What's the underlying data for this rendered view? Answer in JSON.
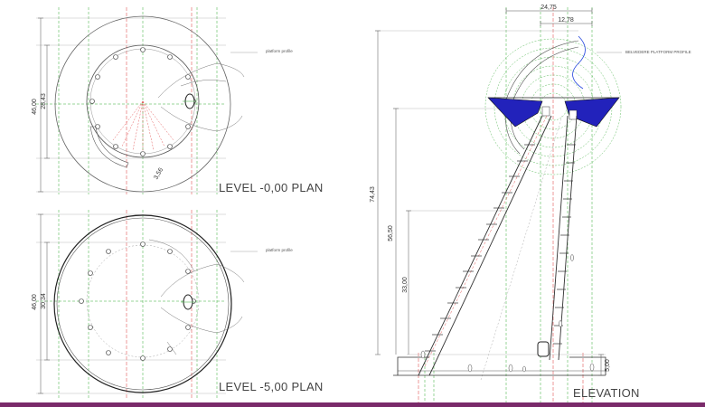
{
  "titles": {
    "plan0": "LEVEL -0,00 PLAN",
    "plan5": "LEVEL -5,00 PLAN",
    "elevation": "ELEVATION"
  },
  "labels": {
    "platform_profile_1": "platform profile",
    "platform_profile_2": "platform profile",
    "belvedere": "BELVEDERE PLATFORM PROFILE"
  },
  "dims": {
    "plan0_outer": "46,00",
    "plan0_inner": "28,43",
    "plan0_small": "3,56",
    "plan5_outer": "46,00",
    "plan5_inner": "30,34",
    "elev_total": "74,43",
    "elev_mid": "56,50",
    "elev_low": "33,00",
    "elev_base": "5,00",
    "elev_top_wide": "24,75",
    "elev_top_narrow": "12,78"
  },
  "colors": {
    "line": "#555555",
    "green": "#33aa33",
    "red": "#dd3333",
    "blue": "#2222cc",
    "bar": "#7a2a6a"
  }
}
